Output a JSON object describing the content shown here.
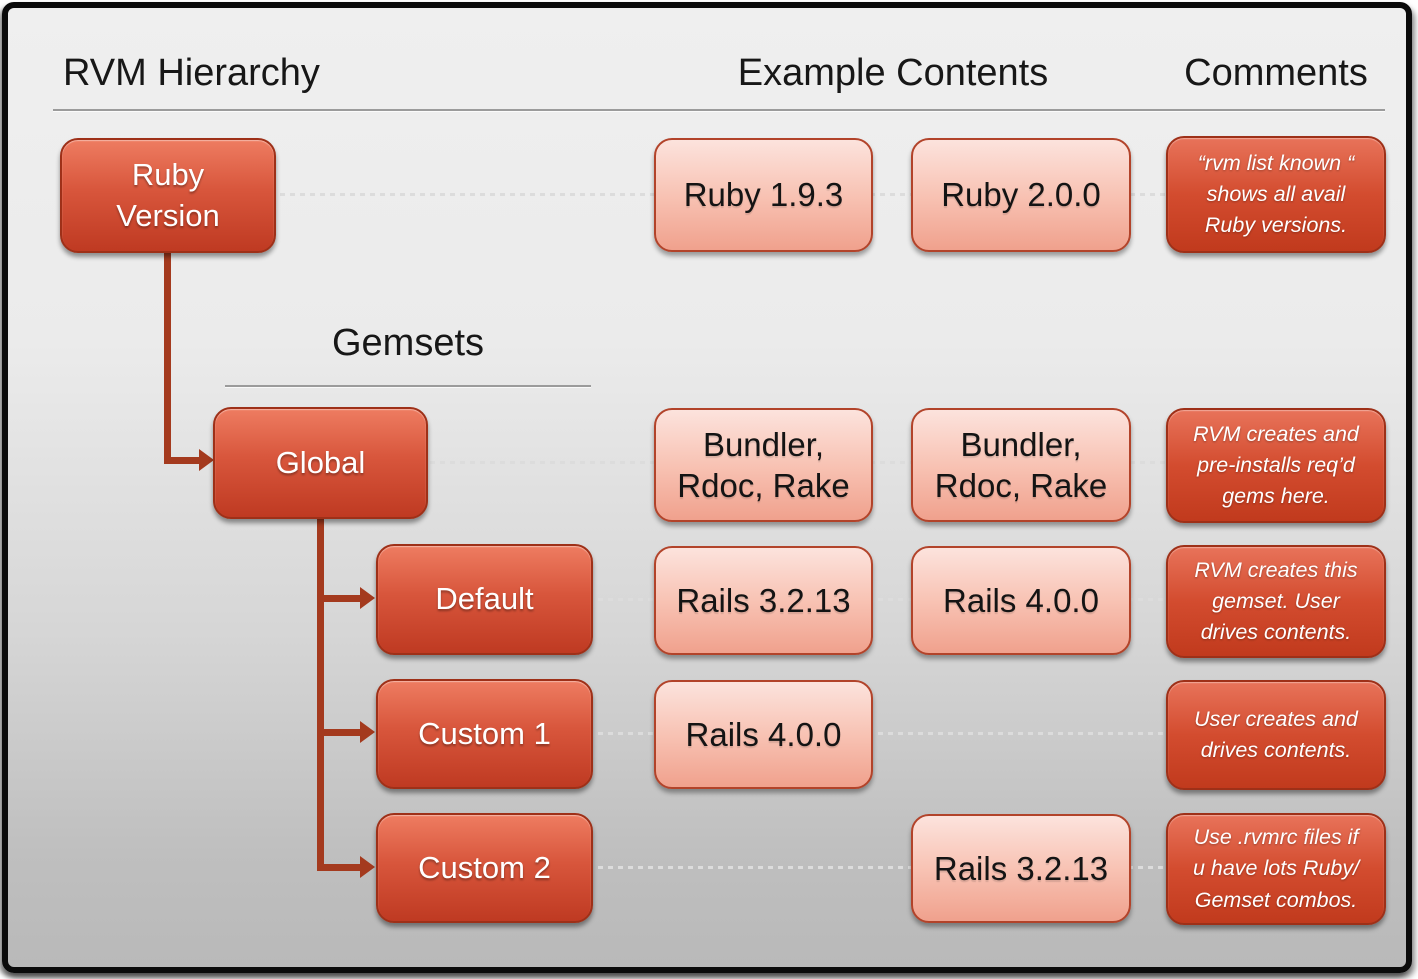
{
  "headers": {
    "hierarchy": "RVM Hierarchy",
    "examples": "Example Contents",
    "comments": "Comments",
    "gemsets": "Gemsets"
  },
  "colors": {
    "node_gradient_top": "#ee7c61",
    "node_gradient_bottom": "#bf3a22",
    "node_border": "#9e3018",
    "example_gradient_top": "#fce3dd",
    "example_gradient_bottom": "#f0a18d",
    "example_border": "#b2432a",
    "arrow": "#a43a1e",
    "background_top": "#efefef",
    "background_bottom": "#b9b9b9"
  },
  "rows": [
    {
      "node": "Ruby\nVersion",
      "examples": [
        "Ruby 1.9.3",
        "Ruby 2.0.0"
      ],
      "comment": "“rvm list known “\nshows all avail\nRuby versions."
    },
    {
      "node": "Global",
      "examples": [
        "Bundler,\nRdoc, Rake",
        "Bundler,\nRdoc, Rake"
      ],
      "comment": "RVM creates and\npre-installs req’d\ngems here."
    },
    {
      "node": "Default",
      "examples": [
        "Rails 3.2.13",
        "Rails 4.0.0"
      ],
      "comment": "RVM creates this\ngemset. User\ndrives contents."
    },
    {
      "node": "Custom 1",
      "examples": [
        "Rails 4.0.0"
      ],
      "comment": "User creates and\ndrives contents."
    },
    {
      "node": "Custom 2",
      "examples": [
        "Rails 3.2.13"
      ],
      "comment": "Use .rvmrc files if\nu have lots Ruby/\nGemset combos."
    }
  ]
}
